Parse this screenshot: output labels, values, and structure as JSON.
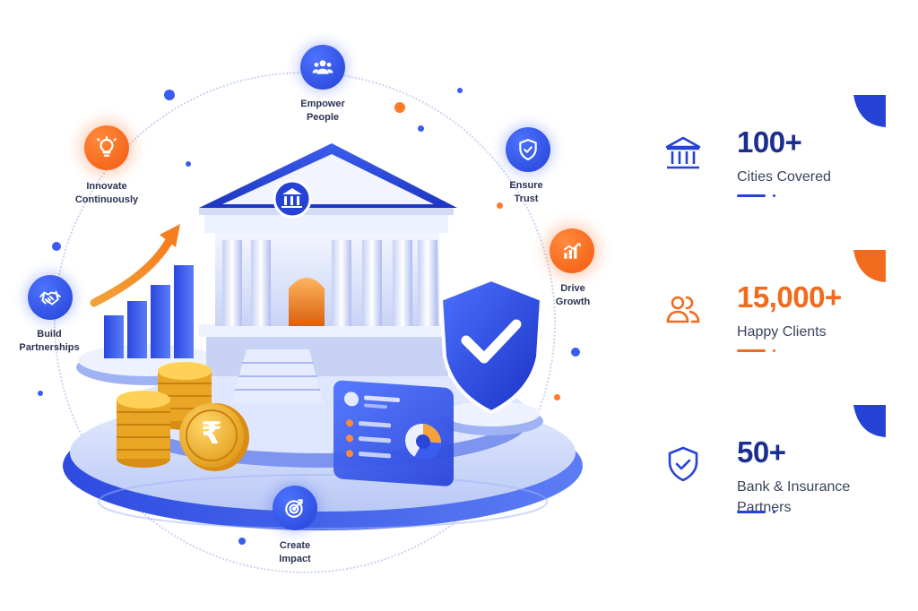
{
  "values": {
    "empower": "Empower\nPeople",
    "innovate": "Innovate\nContinuously",
    "trust": "Ensure\nTrust",
    "growth": "Drive\nGrowth",
    "partnerships": "Build\nPartnerships",
    "impact": "Create\nImpact"
  },
  "stats": [
    {
      "value": "100+",
      "label": "Cities Covered",
      "color": "#1a2f8f",
      "accent": "#2442d6",
      "icon": "bank-icon"
    },
    {
      "value": "15,000+",
      "label": "Happy Clients",
      "color": "#f26a1b",
      "accent": "#f26a1b",
      "icon": "users-icon"
    },
    {
      "value": "50+",
      "label": "Bank & Insurance\nPartners",
      "color": "#1a2f8f",
      "accent": "#2442d6",
      "icon": "shield-check-icon"
    }
  ],
  "symbols": {
    "currency": "₹"
  },
  "colors": {
    "primary": "#2442d6",
    "accent": "#f26a1b",
    "text": "#2a3352"
  }
}
